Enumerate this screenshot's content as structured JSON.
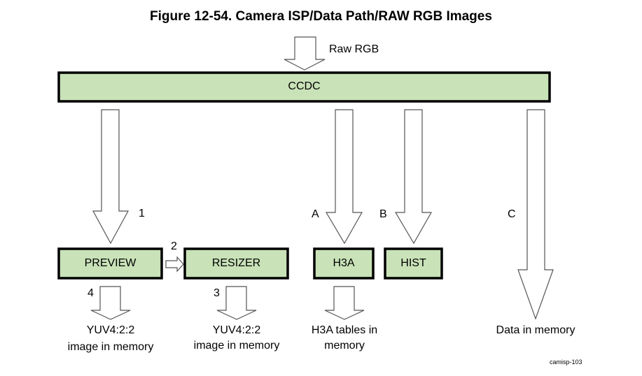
{
  "figure": {
    "title": "Figure 12-54.  Camera ISP/Data Path/RAW RGB Images",
    "figure_id": "camisp-103"
  },
  "input": {
    "label": "Raw RGB"
  },
  "blocks": {
    "ccdc": "CCDC",
    "preview": "PREVIEW",
    "resizer": "RESIZER",
    "h3a": "H3A",
    "hist": "HIST"
  },
  "path_labels": {
    "p1": "1",
    "p2": "2",
    "p3": "3",
    "p4": "4",
    "pA": "A",
    "pB": "B",
    "pC": "C"
  },
  "outputs": {
    "preview_out": [
      "YUV4:2:2",
      "image in memory"
    ],
    "resizer_out": [
      "YUV4:2:2",
      "image in memory"
    ],
    "h3a_out": [
      "H3A tables in",
      "memory"
    ],
    "ccdc_out": [
      "Data in memory"
    ]
  },
  "colors": {
    "block_fill": "#c9e2b8",
    "block_border": "#000000",
    "arrow_stroke": "#555555"
  }
}
